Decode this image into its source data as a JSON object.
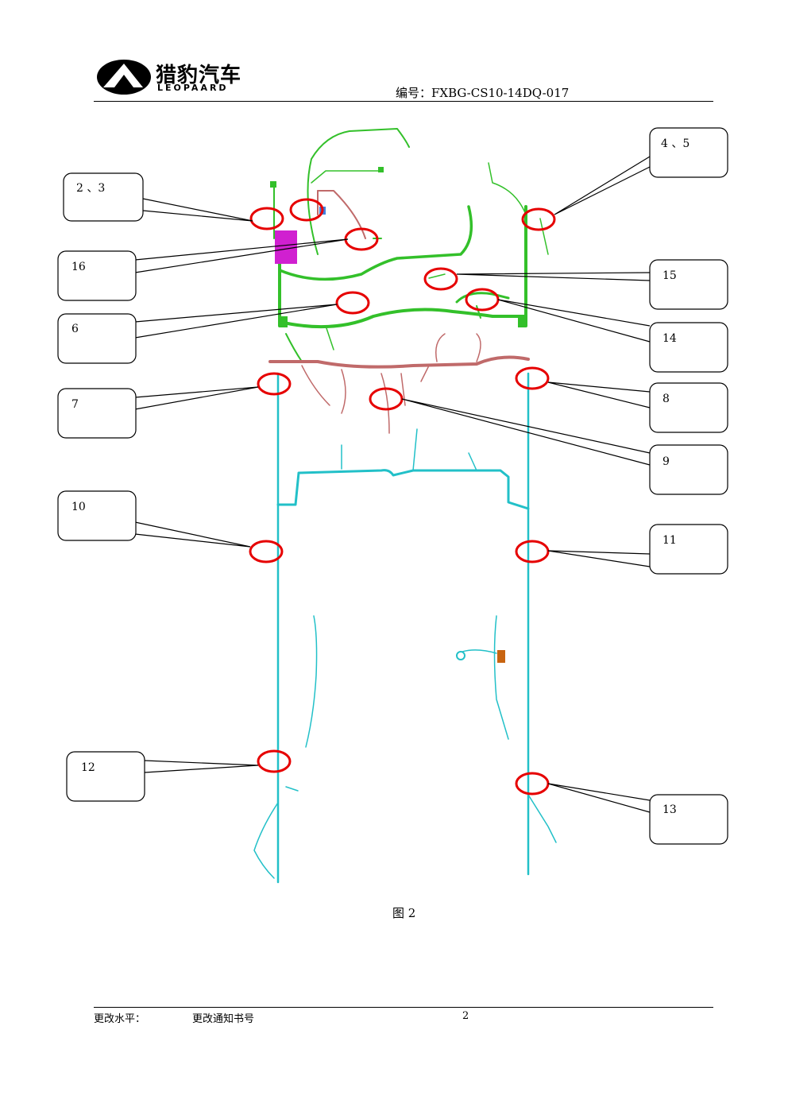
{
  "header": {
    "brand_cn": "猎豹汽车",
    "brand_en": "LEOPAARD",
    "document_number": "编号：FXBG-CS10-14DQ-017"
  },
  "diagram": {
    "colors": {
      "front": "#33c02a",
      "body": "#c06a6a",
      "floor": "#22c0c8",
      "callout": "#e60000",
      "module": "#d020d0",
      "part": "#c86410"
    },
    "callouts": [
      "2 、3",
      "4 、5",
      "16",
      "15",
      "6",
      "14",
      "7",
      "8",
      "9",
      "10",
      "11",
      "12",
      "13"
    ]
  },
  "caption": "图 2",
  "footer": {
    "change_level": "更改水平：",
    "change_notice": "更改通知书号",
    "page_number": "2"
  }
}
